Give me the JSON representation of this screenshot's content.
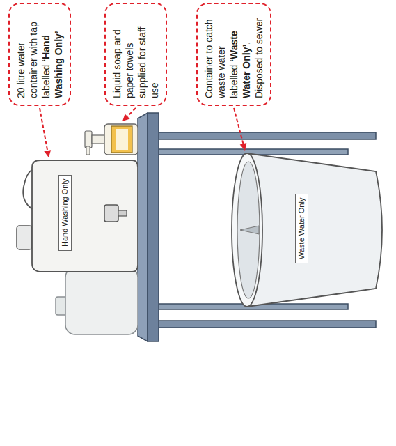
{
  "diagram": {
    "nodes": [
      {
        "text": [
          "20 litre water container with tap labelled ‘Hand Washing Only’"
        ]
      },
      {
        "text": [
          "Liquid soap and paper towels supplied for staff use"
        ]
      },
      {
        "text": [
          "Container to catch waste water labelled ‘Waste Water Only’. Disposed to sewer"
        ]
      }
    ],
    "labels": [
      "Hand Washing Only",
      "Waste Water Only"
    ]
  }
}
